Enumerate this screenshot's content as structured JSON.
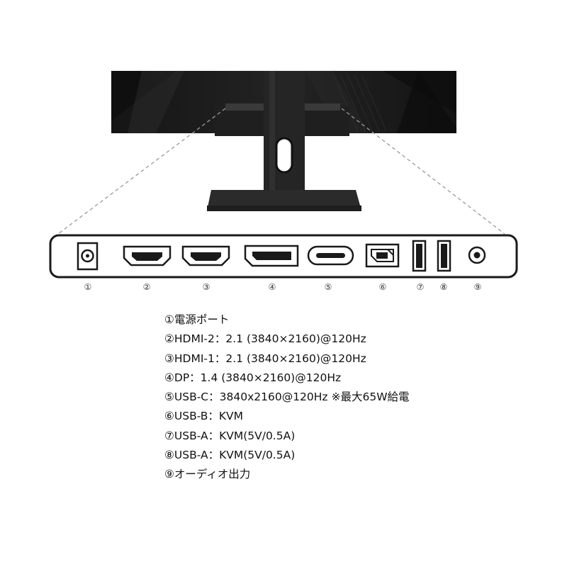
{
  "ports": [
    {
      "num": "①",
      "icon": "power-port-icon",
      "spec": "①電源ポート"
    },
    {
      "num": "②",
      "icon": "hdmi-port-icon",
      "spec": "②HDMI-2：2.1 (3840×2160)@120Hz"
    },
    {
      "num": "③",
      "icon": "hdmi-port-icon",
      "spec": "③HDMI-1：2.1 (3840×2160)@120Hz"
    },
    {
      "num": "④",
      "icon": "displayport-icon",
      "spec": "④DP：1.4 (3840×2160)@120Hz"
    },
    {
      "num": "⑤",
      "icon": "usb-c-port-icon",
      "spec": "⑤USB-C：3840x2160@120Hz ※最大65W給電"
    },
    {
      "num": "⑥",
      "icon": "usb-b-port-icon",
      "spec": "⑥USB-B：KVM"
    },
    {
      "num": "⑦",
      "icon": "usb-a-port-icon",
      "spec": "⑦USB-A：KVM(5V/0.5A)"
    },
    {
      "num": "⑧",
      "icon": "usb-a-port-icon",
      "spec": "⑧USB-A：KVM(5V/0.5A)"
    },
    {
      "num": "⑨",
      "icon": "audio-out-icon",
      "spec": "⑨オーディオ出力"
    }
  ],
  "colors": {
    "monitor": "#1c1c1c",
    "stand": "#2a2a2a",
    "outline": "#1a1a1a",
    "dash": "#999999"
  }
}
